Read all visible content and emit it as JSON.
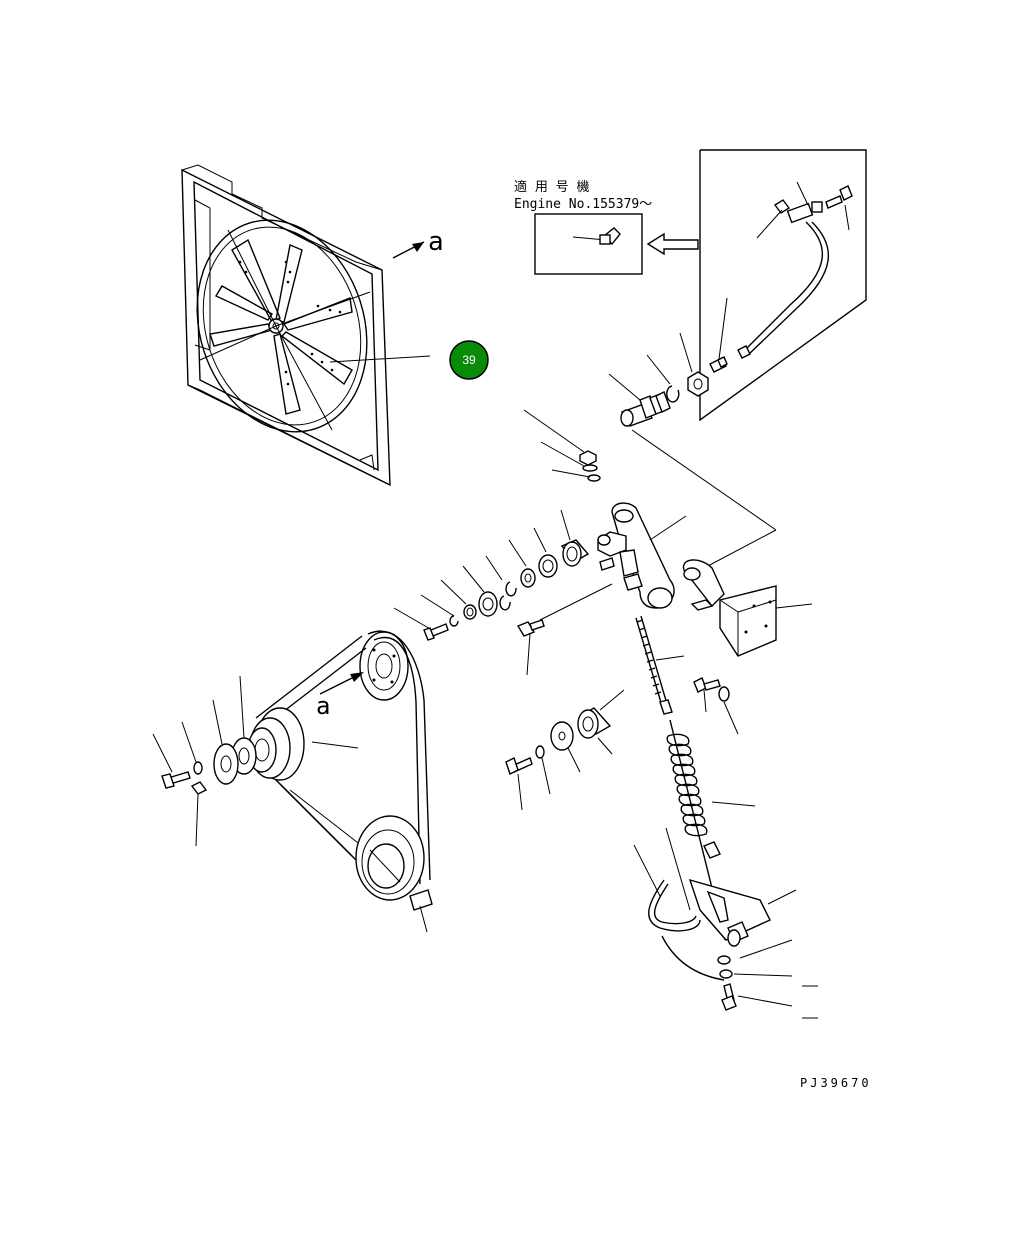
{
  "applicability": {
    "label_jp": "適 用 号 機",
    "engine_no": "Engine No.155379～"
  },
  "view_arrows": {
    "upper": "a",
    "lower": "a"
  },
  "callout": {
    "number": "39",
    "color": "#0a8a0a"
  },
  "drawing_id": "PJ39670"
}
